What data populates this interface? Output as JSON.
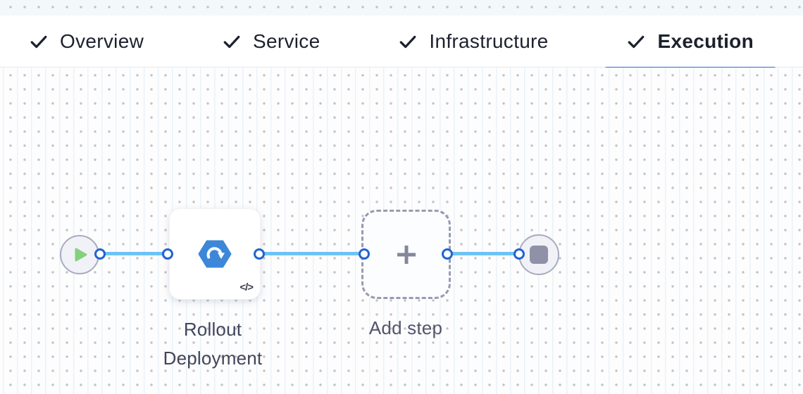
{
  "tabs": {
    "items": [
      {
        "id": "overview",
        "label": "Overview",
        "icon": "check-icon",
        "state": "completed",
        "active": false
      },
      {
        "id": "service",
        "label": "Service",
        "icon": "check-icon",
        "state": "completed",
        "active": false
      },
      {
        "id": "infrastructure",
        "label": "Infrastructure",
        "icon": "check-icon",
        "state": "completed",
        "active": false
      },
      {
        "id": "execution",
        "label": "Execution",
        "icon": "check-icon",
        "state": "completed",
        "active": true
      }
    ]
  },
  "canvas": {
    "start_node": {
      "icon": "play-icon"
    },
    "step_node": {
      "label": "Rollout Deployment",
      "icon": "rollout-deployment-icon",
      "badge_icon": "code-template-icon",
      "badge_glyph": "</>"
    },
    "add_step_node": {
      "label": "Add step",
      "icon": "plus-icon"
    },
    "end_node": {
      "icon": "stop-icon"
    }
  },
  "colors": {
    "accent": "#2b6cd9",
    "tab_text": "#1d212e",
    "connector": "#6ec2f4",
    "port_ring": "#2164cf",
    "node_fill": "#f1f2f8",
    "node_border": "#a9abbf",
    "play_green": "#85d07d",
    "stop_gray": "#8f91a7",
    "hex_blue": "#3d87d8",
    "dash_gray": "#999ab1",
    "plus_gray": "#84869c",
    "label_text": "#42455a",
    "label_text_light": "#53566b",
    "grid_dot": "#bfc4cd",
    "grid_line": "#e9f2f9",
    "strip_bg": "#f3f8fb",
    "canvas_bg": "#fdfdfe",
    "tabbar_border": "#e8e9ed"
  }
}
